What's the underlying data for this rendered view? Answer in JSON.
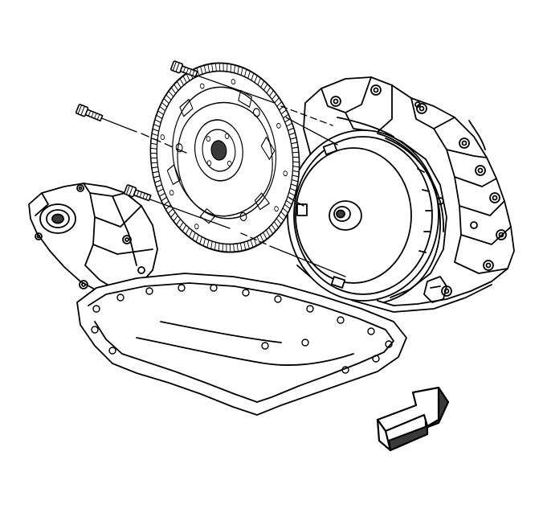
{
  "figure": {
    "kind": "exploded line illustration",
    "components": [
      "transmission-case",
      "oil-pan",
      "transfer-case",
      "torque-converter",
      "flexplate",
      "flexplate-bolt",
      "flexplate-bolt",
      "flexplate-bolt",
      "view-direction-arrow"
    ],
    "colors": {
      "ink": "#000000",
      "paper": "#ffffff",
      "shade": "#3a3a3a"
    },
    "arrow_icon": "view-direction-arrow-icon"
  }
}
